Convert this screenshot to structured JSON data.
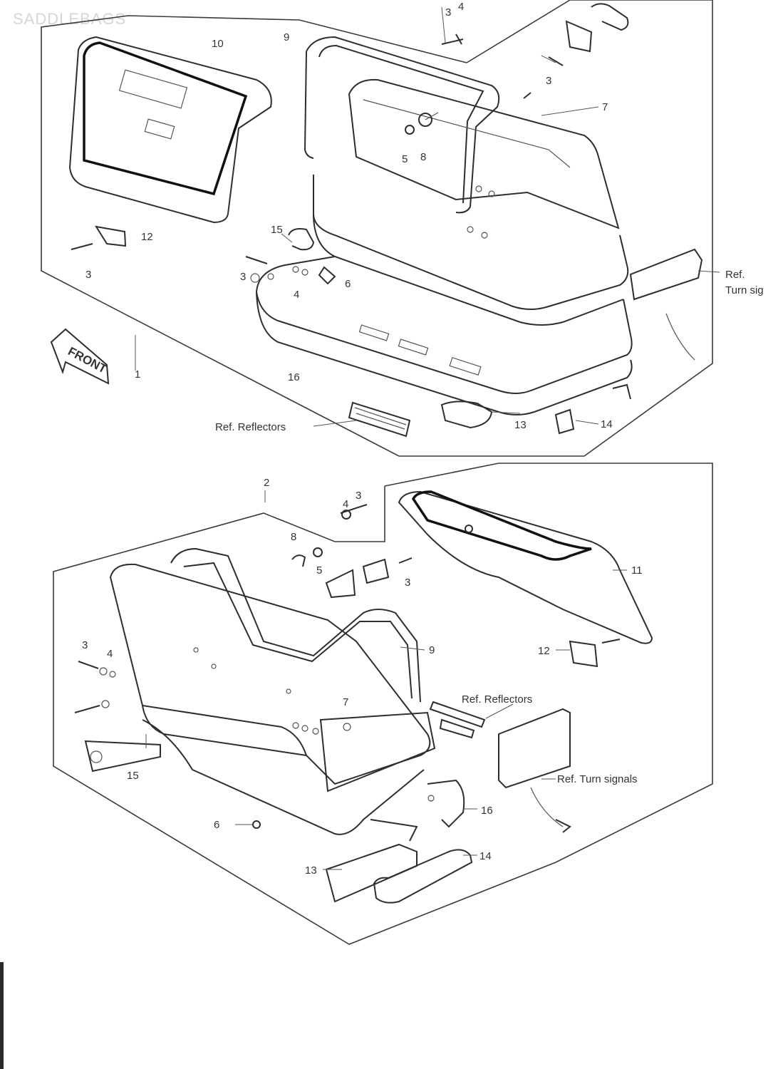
{
  "title": "SADDLEBAGS",
  "front_label": "FRONT",
  "ref_turn_signals_top": [
    "Ref.",
    "Turn sig"
  ],
  "ref_reflectors_top": "Ref. Reflectors",
  "ref_reflectors_bottom": "Ref. Reflectors",
  "ref_turn_signals_bottom": "Ref. Turn signals",
  "top_callouts": [
    {
      "id": "t-3",
      "text": "3"
    },
    {
      "id": "t-4",
      "text": "4"
    },
    {
      "id": "t-10",
      "text": "10"
    },
    {
      "id": "t-9",
      "text": "9"
    },
    {
      "id": "t-3b",
      "text": "3"
    },
    {
      "id": "t-7",
      "text": "7"
    },
    {
      "id": "t-5",
      "text": "5"
    },
    {
      "id": "t-8",
      "text": "8"
    },
    {
      "id": "t-12",
      "text": "12"
    },
    {
      "id": "t-3c",
      "text": "3"
    },
    {
      "id": "t-15",
      "text": "15"
    },
    {
      "id": "t-3d",
      "text": "3"
    },
    {
      "id": "t-4b",
      "text": "4"
    },
    {
      "id": "t-6",
      "text": "6"
    },
    {
      "id": "t-1",
      "text": "1"
    },
    {
      "id": "t-16",
      "text": "16"
    },
    {
      "id": "t-13",
      "text": "13"
    },
    {
      "id": "t-14",
      "text": "14"
    }
  ],
  "bottom_callouts": [
    {
      "id": "b-2",
      "text": "2"
    },
    {
      "id": "b-4",
      "text": "4"
    },
    {
      "id": "b-3",
      "text": "3"
    },
    {
      "id": "b-8",
      "text": "8"
    },
    {
      "id": "b-5",
      "text": "5"
    },
    {
      "id": "b-3b",
      "text": "3"
    },
    {
      "id": "b-11",
      "text": "11"
    },
    {
      "id": "b-3c",
      "text": "3"
    },
    {
      "id": "b-4b",
      "text": "4"
    },
    {
      "id": "b-9",
      "text": "9"
    },
    {
      "id": "b-12",
      "text": "12"
    },
    {
      "id": "b-7",
      "text": "7"
    },
    {
      "id": "b-15",
      "text": "15"
    },
    {
      "id": "b-16",
      "text": "16"
    },
    {
      "id": "b-6",
      "text": "6"
    },
    {
      "id": "b-13",
      "text": "13"
    },
    {
      "id": "b-14",
      "text": "14"
    }
  ]
}
